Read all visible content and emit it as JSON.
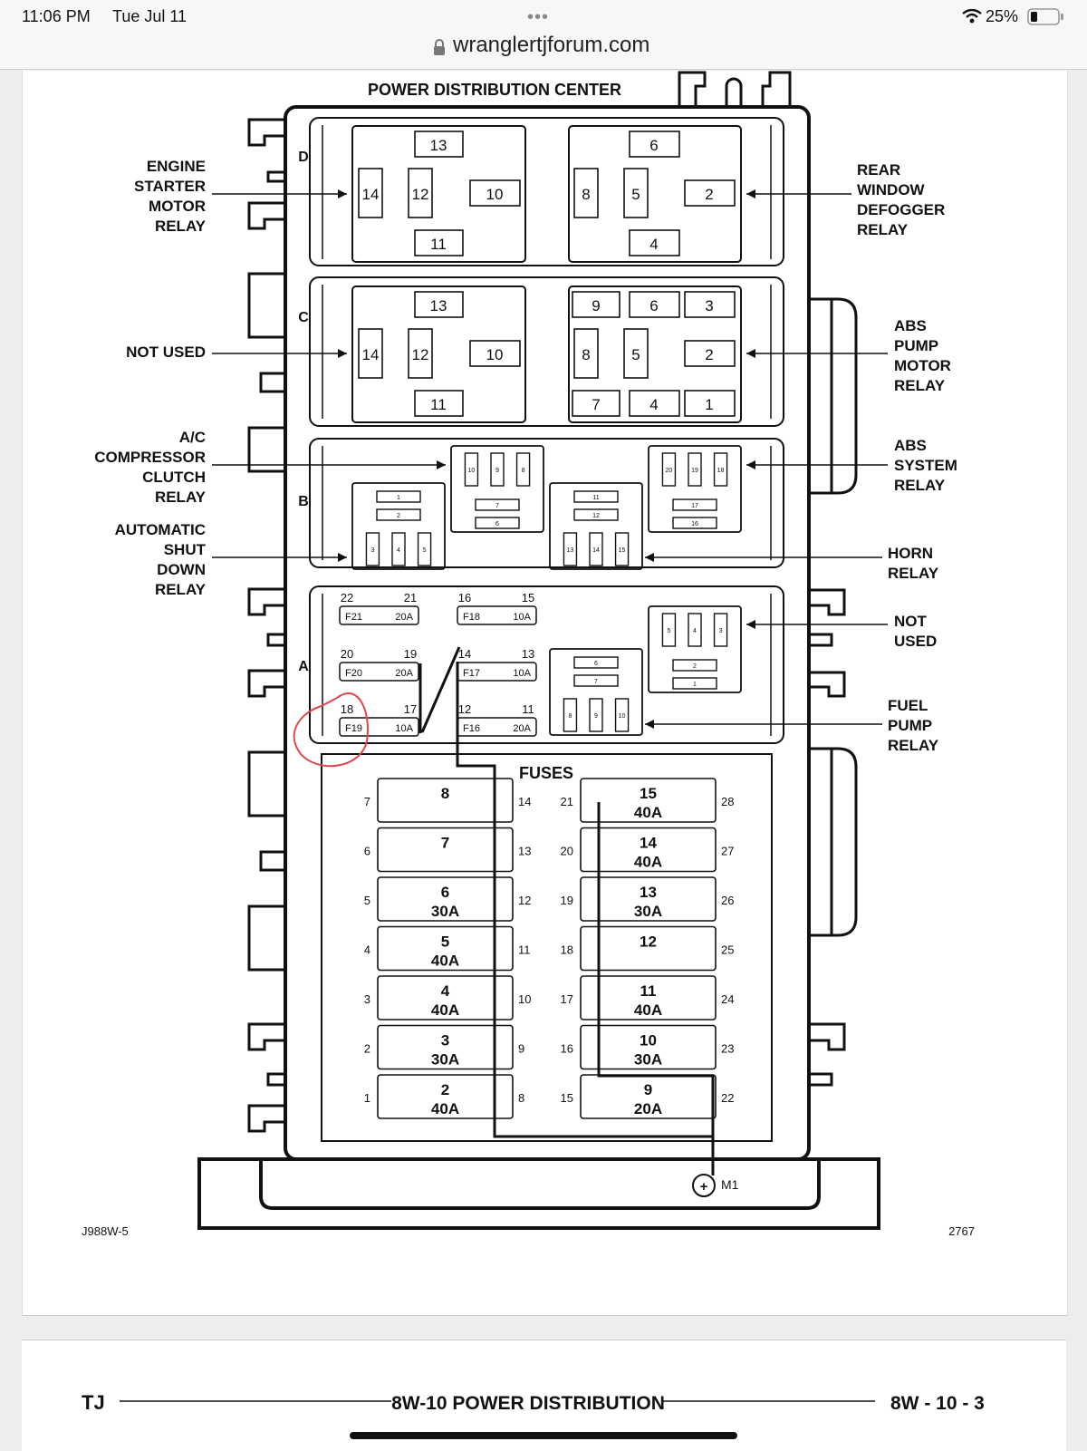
{
  "status": {
    "time": "11:06 PM",
    "date": "Tue Jul 11",
    "battery": "25%",
    "icons": [
      "dots-icon",
      "wifi-icon",
      "battery-icon",
      "lock-icon"
    ]
  },
  "browser": {
    "url": "wranglertjforum.com"
  },
  "diagram": {
    "title": "POWER DISTRIBUTION CENTER",
    "fig_id": "J988W-5",
    "fig_num": "2767",
    "rows": {
      "d": "D",
      "c": "C",
      "b": "B",
      "a": "A"
    },
    "fuses_heading": "FUSES",
    "labels": {
      "engine_starter": [
        "ENGINE",
        "STARTER",
        "MOTOR",
        "RELAY"
      ],
      "not_used_c": [
        "NOT USED"
      ],
      "ac_compressor": [
        "A/C",
        "COMPRESSOR",
        "CLUTCH",
        "RELAY"
      ],
      "asd": [
        "AUTOMATIC",
        "SHUT",
        "DOWN",
        "RELAY"
      ],
      "rear_window": [
        "REAR",
        "WINDOW",
        "DEFOGGER",
        "RELAY"
      ],
      "abs_pump": [
        "ABS",
        "PUMP",
        "MOTOR",
        "RELAY"
      ],
      "abs_system": [
        "ABS",
        "SYSTEM",
        "RELAY"
      ],
      "horn": [
        "HORN",
        "RELAY"
      ],
      "not_used_a": [
        "NOT",
        "USED"
      ],
      "fuel_pump": [
        "FUEL",
        "PUMP",
        "RELAY"
      ]
    },
    "relay_d_left": [
      "13",
      "14",
      "12",
      "10",
      "11"
    ],
    "relay_d_right": [
      "6",
      "8",
      "5",
      "2",
      "4"
    ],
    "relay_c_left": [
      "13",
      "14",
      "12",
      "10",
      "11"
    ],
    "relay_c_right": [
      "9",
      "6",
      "3",
      "8",
      "5",
      "2",
      "7",
      "4",
      "1"
    ],
    "mini_ac": [
      "10",
      "9",
      "8",
      "7",
      "6"
    ],
    "mini_asd": [
      "1",
      "2",
      "3",
      "4",
      "5"
    ],
    "mini_horn": [
      "11",
      "12",
      "13",
      "14",
      "15"
    ],
    "mini_abs": [
      "20",
      "19",
      "18",
      "17",
      "16"
    ],
    "mini_nu": [
      "5",
      "4",
      "3",
      "2",
      "1"
    ],
    "mini_fuel": [
      "6",
      "7",
      "8",
      "9",
      "10"
    ],
    "small_fuses": [
      {
        "pl": "22",
        "pr": "21",
        "name": "F21",
        "amp": "20A"
      },
      {
        "pl": "16",
        "pr": "15",
        "name": "F18",
        "amp": "10A"
      },
      {
        "pl": "20",
        "pr": "19",
        "name": "F20",
        "amp": "20A"
      },
      {
        "pl": "14",
        "pr": "13",
        "name": "F17",
        "amp": "10A"
      },
      {
        "pl": "18",
        "pr": "17",
        "name": "F19",
        "amp": "10A"
      },
      {
        "pl": "12",
        "pr": "11",
        "name": "F16",
        "amp": "20A"
      }
    ],
    "big_left": [
      {
        "num": "8",
        "amp": "",
        "l": "7",
        "r": "14"
      },
      {
        "num": "7",
        "amp": "",
        "l": "6",
        "r": "13"
      },
      {
        "num": "6",
        "amp": "30A",
        "l": "5",
        "r": "12"
      },
      {
        "num": "5",
        "amp": "40A",
        "l": "4",
        "r": "11"
      },
      {
        "num": "4",
        "amp": "40A",
        "l": "3",
        "r": "10"
      },
      {
        "num": "3",
        "amp": "30A",
        "l": "2",
        "r": "9"
      },
      {
        "num": "2",
        "amp": "40A",
        "l": "1",
        "r": "8"
      }
    ],
    "big_right": [
      {
        "num": "15",
        "amp": "40A",
        "l": "21",
        "r": "28"
      },
      {
        "num": "14",
        "amp": "40A",
        "l": "20",
        "r": "27"
      },
      {
        "num": "13",
        "amp": "30A",
        "l": "19",
        "r": "26"
      },
      {
        "num": "12",
        "amp": "",
        "l": "18",
        "r": "25"
      },
      {
        "num": "11",
        "amp": "40A",
        "l": "17",
        "r": "24"
      },
      {
        "num": "10",
        "amp": "30A",
        "l": "16",
        "r": "23"
      },
      {
        "num": "9",
        "amp": "20A",
        "l": "15",
        "r": "22"
      }
    ],
    "m1_label": "M1",
    "m1_symbol": "+",
    "circle_color": "#e0474c"
  },
  "footer": {
    "left": "TJ",
    "center": "8W-10 POWER DISTRIBUTION",
    "right": "8W - 10 - 3"
  }
}
